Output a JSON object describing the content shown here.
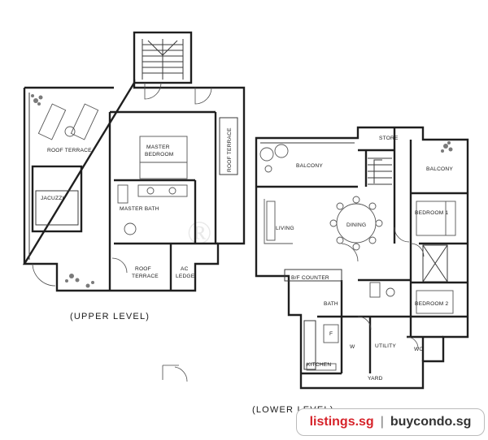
{
  "upper_level": {
    "caption": "(UPPER LEVEL)",
    "rooms": {
      "roof_terrace_main": "ROOF TERRACE",
      "jacuzzi": "JACUZZI",
      "master_bedroom_1": "MASTER",
      "master_bedroom_2": "BEDROOM",
      "master_bath": "MASTER BATH",
      "roof_terrace_side": "ROOF TERRACE",
      "roof_terrace_small_1": "ROOF",
      "roof_terrace_small_2": "TERRACE",
      "ac_ledge_1": "AC",
      "ac_ledge_2": "LEDGE"
    }
  },
  "lower_level": {
    "caption": "(LOWER LEVEL)",
    "rooms": {
      "store": "STORE",
      "balcony_main": "BALCONY",
      "balcony_side": "BALCONY",
      "bedroom_1": "BEDROOM 1",
      "living": "LIVING",
      "dining": "DINING",
      "bf_counter": "B/F COUNTER",
      "bath": "BATH",
      "bedroom_2": "BEDROOM 2",
      "fridge": "F",
      "washer": "W",
      "utility": "UTILITY",
      "wc": "WC",
      "kitchen": "KITCHEN",
      "yard": "YARD"
    }
  },
  "branding": {
    "site_1": "listings.sg",
    "separator": "|",
    "site_2": "buycondo.sg"
  },
  "colors": {
    "wall": "#1f1f1f",
    "brand_red": "#d6232a",
    "brand_dark": "#333333"
  }
}
